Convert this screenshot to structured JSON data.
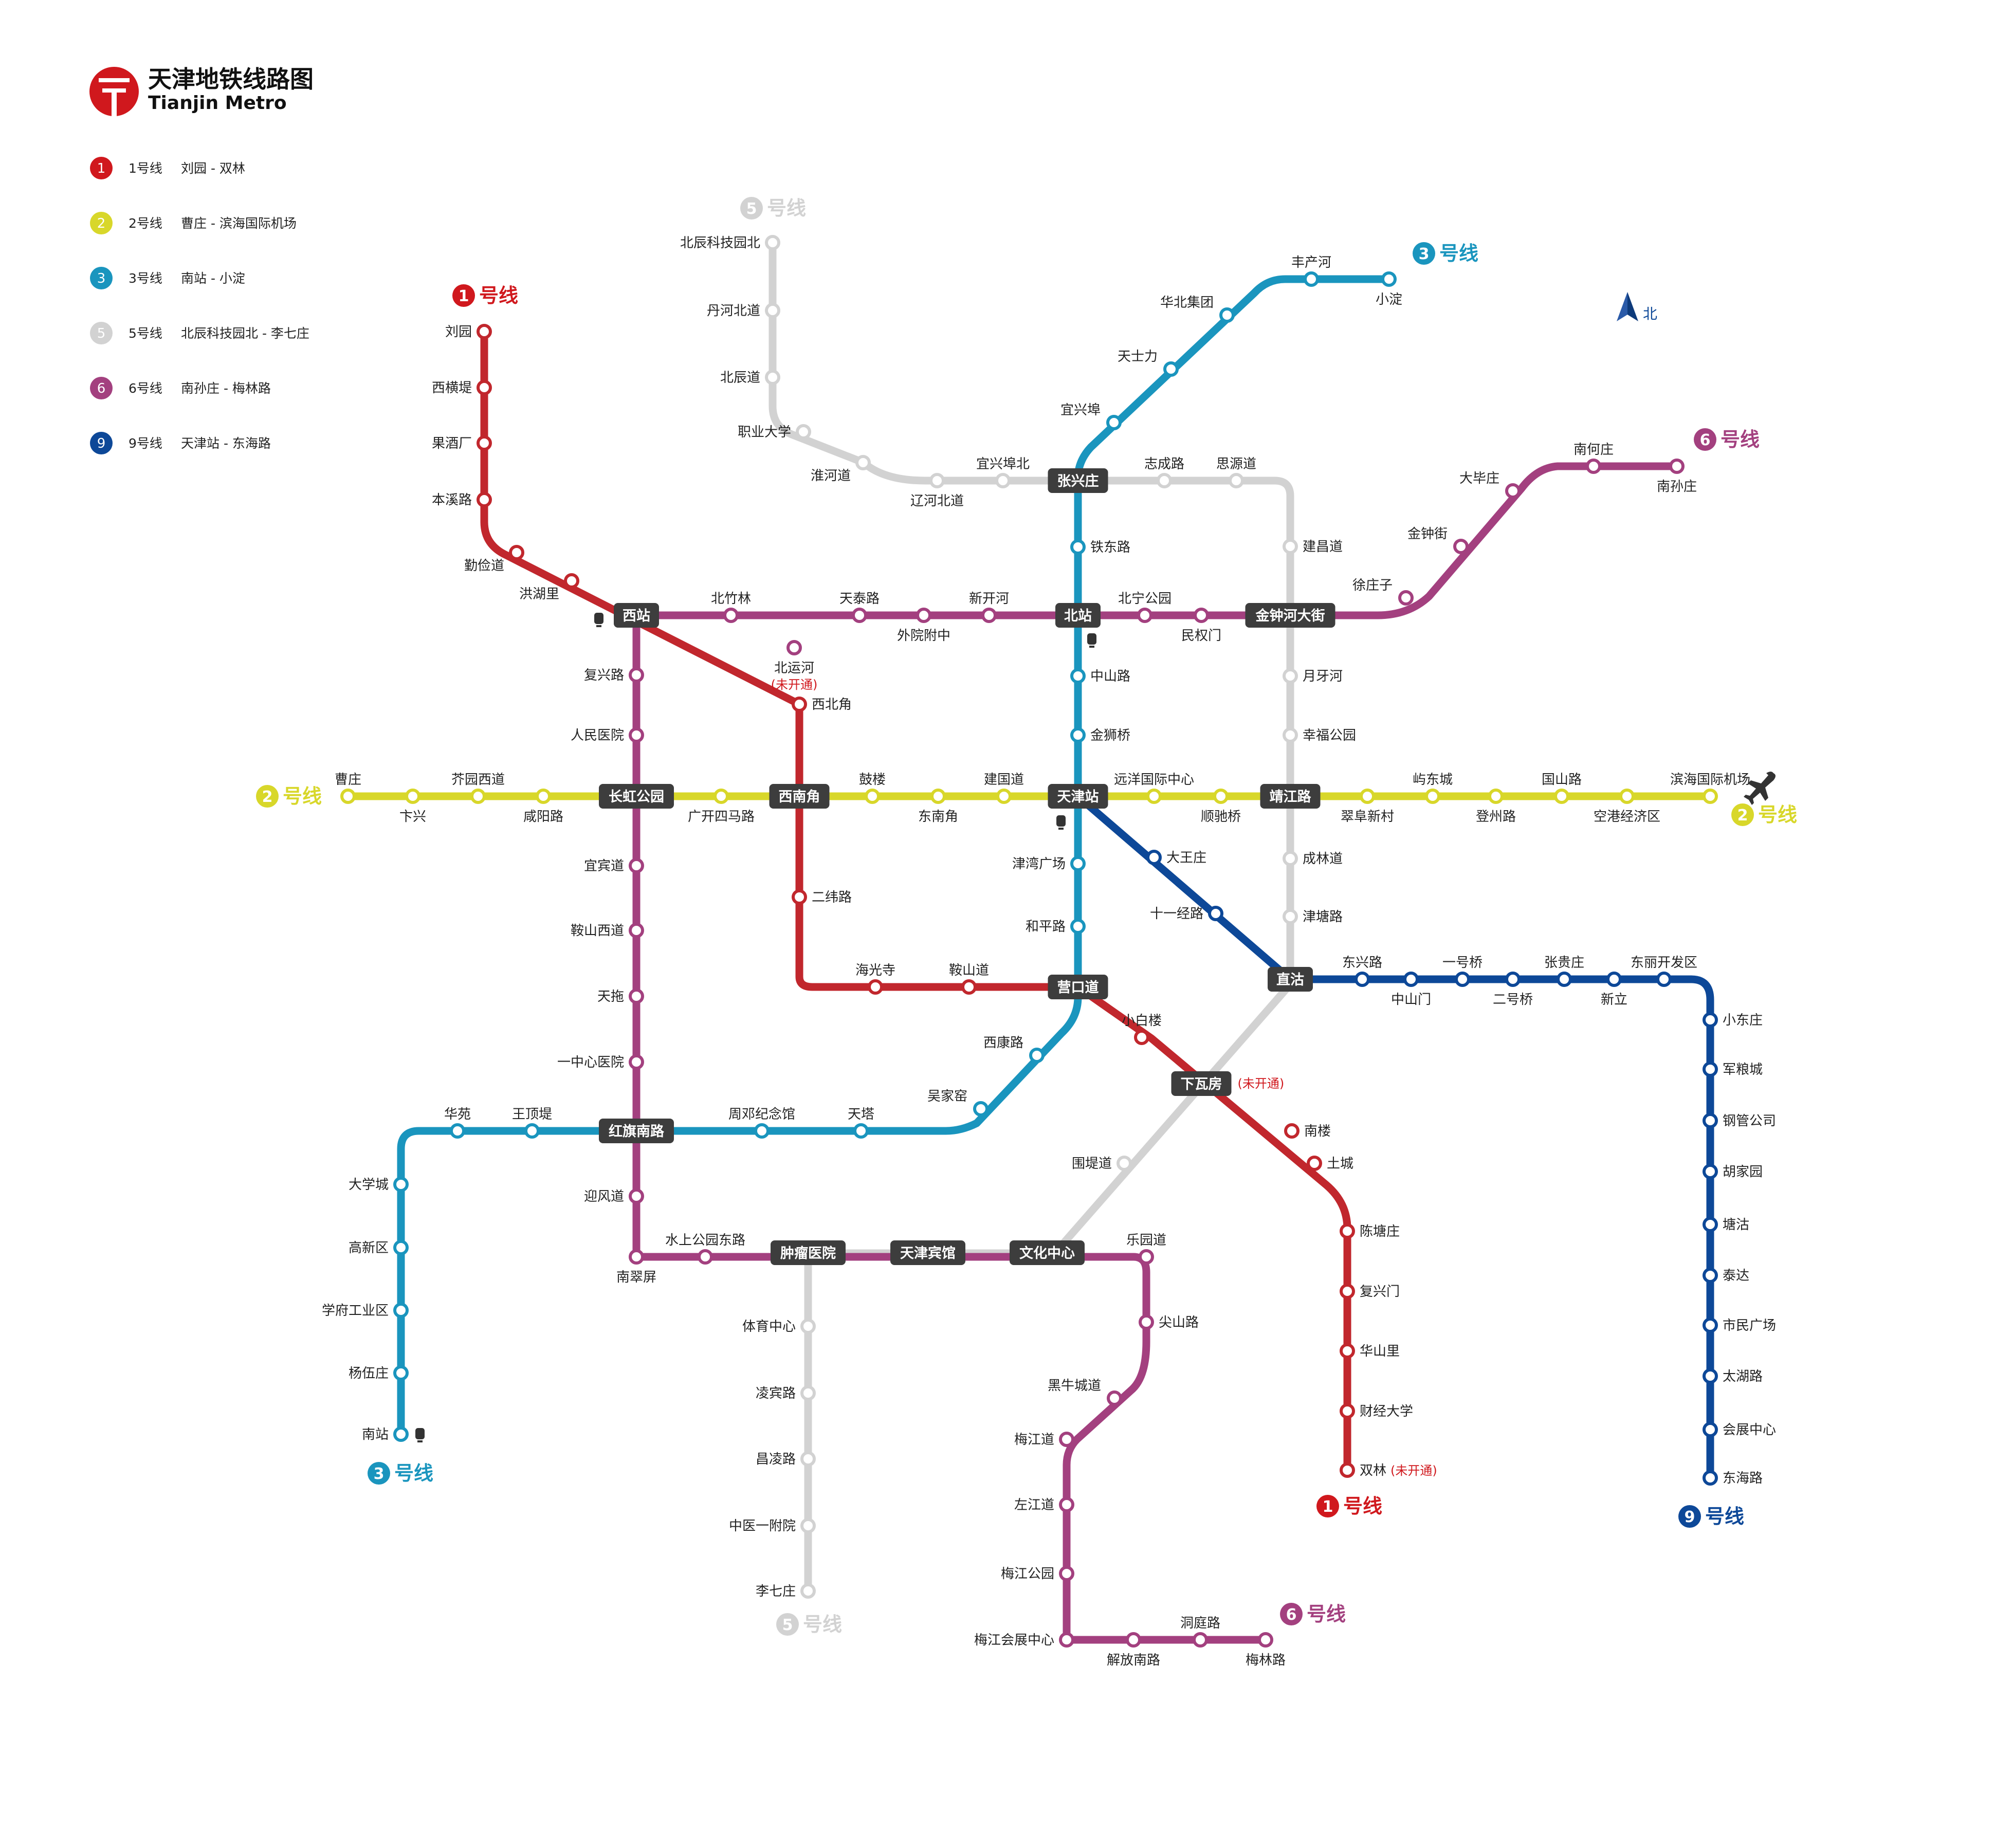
{
  "header": {
    "title": "天津地铁线路图",
    "subtitle": "Tianjin Metro"
  },
  "compass": {
    "label": "北"
  },
  "unopened_label": "(未开通)",
  "line_suffix": "号线",
  "colors": {
    "line1": "#c1272d",
    "line2": "#d8d72a",
    "line3": "#1a95be",
    "line5": "#d2d2d2",
    "line6": "#a3407f",
    "line9": "#0d4898",
    "interchange": "#3d3d3d"
  },
  "legend": [
    {
      "num": "1",
      "name": "1号线",
      "route": "刘园 - 双林",
      "color": "#d0181d"
    },
    {
      "num": "2",
      "name": "2号线",
      "route": "曹庄 - 滨海国际机场",
      "color": "#d8d72a"
    },
    {
      "num": "3",
      "name": "3号线",
      "route": "南站 - 小淀",
      "color": "#1a95be"
    },
    {
      "num": "5",
      "name": "5号线",
      "route": "北辰科技园北 - 李七庄",
      "color": "#d2d2d2"
    },
    {
      "num": "6",
      "name": "6号线",
      "route": "南孙庄 - 梅林路",
      "color": "#a3407f"
    },
    {
      "num": "9",
      "name": "9号线",
      "route": "天津站 - 东海路",
      "color": "#0d4898"
    }
  ],
  "stations": {
    "line1": [
      "刘园",
      "西横堤",
      "果酒厂",
      "本溪路",
      "勤俭道",
      "洪湖里",
      "西北角",
      "二纬路",
      "海光寺",
      "鞍山道",
      "小白楼",
      "南楼",
      "土城",
      "陈塘庄",
      "复兴门",
      "华山里",
      "财经大学",
      "双林"
    ],
    "line2": [
      "曹庄",
      "卞兴",
      "芥园西道",
      "咸阳路",
      "广开四马路",
      "鼓楼",
      "东南角",
      "建国道",
      "远洋国际中心",
      "顺驰桥",
      "翠阜新村",
      "屿东城",
      "登州路",
      "国山路",
      "空港经济区",
      "滨海国际机场"
    ],
    "line3": [
      "小淀",
      "丰产河",
      "华北集团",
      "天士力",
      "宜兴埠",
      "铁东路",
      "中山路",
      "金狮桥",
      "津湾广场",
      "和平路",
      "西康路",
      "吴家窑",
      "天塔",
      "周邓纪念馆",
      "王顶堤",
      "华苑",
      "大学城",
      "高新区",
      "学府工业区",
      "杨伍庄",
      "南站"
    ],
    "line5": [
      "北辰科技园北",
      "丹河北道",
      "北辰道",
      "职业大学",
      "淮河道",
      "辽河北道",
      "宜兴埠北",
      "志成路",
      "思源道",
      "建昌道",
      "月牙河",
      "幸福公园",
      "成林道",
      "津塘路",
      "围堤道",
      "体育中心",
      "凌宾路",
      "昌凌路",
      "中医一附院",
      "李七庄"
    ],
    "line6": [
      "南孙庄",
      "南何庄",
      "大毕庄",
      "金钟街",
      "徐庄子",
      "民权门",
      "北宁公园",
      "新开河",
      "外院附中",
      "天泰路",
      "北运河",
      "北竹林",
      "复兴路",
      "人民医院",
      "宜宾道",
      "鞍山西道",
      "天拖",
      "一中心医院",
      "迎风道",
      "南翠屏",
      "水上公园东路",
      "乐园道",
      "尖山路",
      "黑牛城道",
      "梅江道",
      "左江道",
      "梅江公园",
      "梅江会展中心",
      "解放南路",
      "洞庭路",
      "梅林路"
    ],
    "line9": [
      "大王庄",
      "十一经路",
      "东兴路",
      "中山门",
      "一号桥",
      "二号桥",
      "张贵庄",
      "新立",
      "东丽开发区",
      "小东庄",
      "军粮城",
      "钢管公司",
      "胡家园",
      "塘沽",
      "泰达",
      "市民广场",
      "太湖路",
      "会展中心",
      "东海路"
    ],
    "interchanges": [
      "西站",
      "北站",
      "张兴庄",
      "金钟河大街",
      "长虹公园",
      "西南角",
      "天津站",
      "靖江路",
      "营口道",
      "直沽",
      "下瓦房",
      "红旗南路",
      "肿瘤医院",
      "天津宾馆",
      "文化中心"
    ]
  }
}
